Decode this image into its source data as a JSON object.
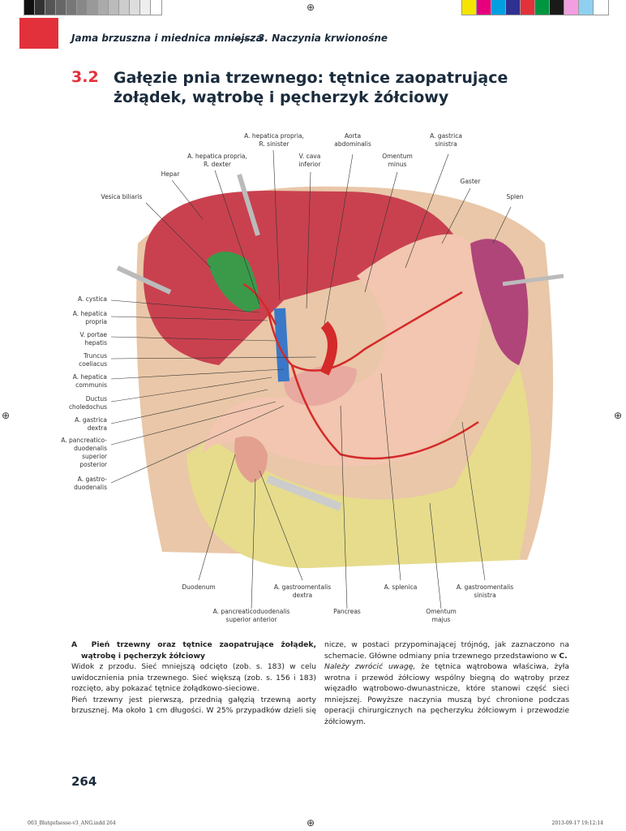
{
  "header": {
    "chapter": "Jama brzuszna i miednica mniejsza",
    "section": "3. Naczynia krwionośne"
  },
  "title": {
    "number": "3.2",
    "text": "Gałęzie pnia trzewnego: tętnice zaopatrujące żołądek, wątrobę i pęcherzyk żółciowy"
  },
  "colors": {
    "accent": "#e2313b",
    "liver": "#c9414f",
    "stomach": "#f2c6b0",
    "spleen": "#b0457a",
    "omentum": "#e6dc8c",
    "artery": "#d42a2a",
    "vein": "#3a78c8",
    "gallbladder": "#3a9a4a"
  },
  "top_labels": [
    "A. hepatica propria,\nR. sinister",
    "Aorta\nabdominalis",
    "A. gastrica\nsinistra",
    "A. hepatica propria,\nR. dexter",
    "V. cava\ninferior",
    "Omentum\nminus",
    "Hepar",
    "Gaster",
    "Vesica biliaris",
    "Splen"
  ],
  "left_labels": [
    "A. cystica",
    "A. hepatica\npropria",
    "V. portae\nhepatis",
    "Truncus\ncoeliacus",
    "A. hepatica\ncommunis",
    "Ductus\ncholedochus",
    "A. gastrica\ndextra",
    "A. pancreatico-\nduodenalis\nsuperior\nposterior",
    "A. gastro-\nduodenalis"
  ],
  "bottom_labels": [
    "Duodenum",
    "A. gastroomentalis\ndextra",
    "A. splenica",
    "A. gastroomentalis\nsinistra",
    "A. pancreaticoduodenalis\nsuperior anterior",
    "Pancreas",
    "Omentum\nmajus"
  ],
  "caption": {
    "letter": "A",
    "heading": "Pień trzewny oraz tętnice zaopatrujące żołądek, wątrobę i pęcherzyk żółciowy",
    "p1": "Widok z przodu. Sieć mniejszą odcięto (zob. s. 183) w celu uwidocznienia pnia trzewnego. Sieć większą (zob. s. 156 i 183) rozcięto, aby pokazać tętnice żołądkowo-sieciowe.",
    "p2": "Pień trzewny jest pierwszą, przednią gałęzią trzewną aorty brzusznej. Ma około 1 cm długości. W 25% przypadków dzieli się na trzy gałęzie tętnicze, w postaci przypominającej trójnóg, jak zaznaczono na schemacie. Główne odmiany pnia trzewnego przedstawiono w",
    "p2_ref": "C",
    "p3_em": "Należy zwrócić uwagę,",
    "p3": " że tętnica wątrobowa właściwa, żyła wrotna i przewód żółciowy wspólny biegną do wątroby przez więzadło wątrobowo-dwunastnicze, które stanowi część sieci mniejszej. Powyższe naczynia muszą być chronione podczas operacji chirurgicznych na pęcherzyku żółciowym i przewodzie żółciowym."
  },
  "page_number": "264",
  "footer": {
    "file": "003_Blutgefaesse-v3_ANG.indd   264",
    "timestamp": "2013-09-17   19:12:14"
  }
}
